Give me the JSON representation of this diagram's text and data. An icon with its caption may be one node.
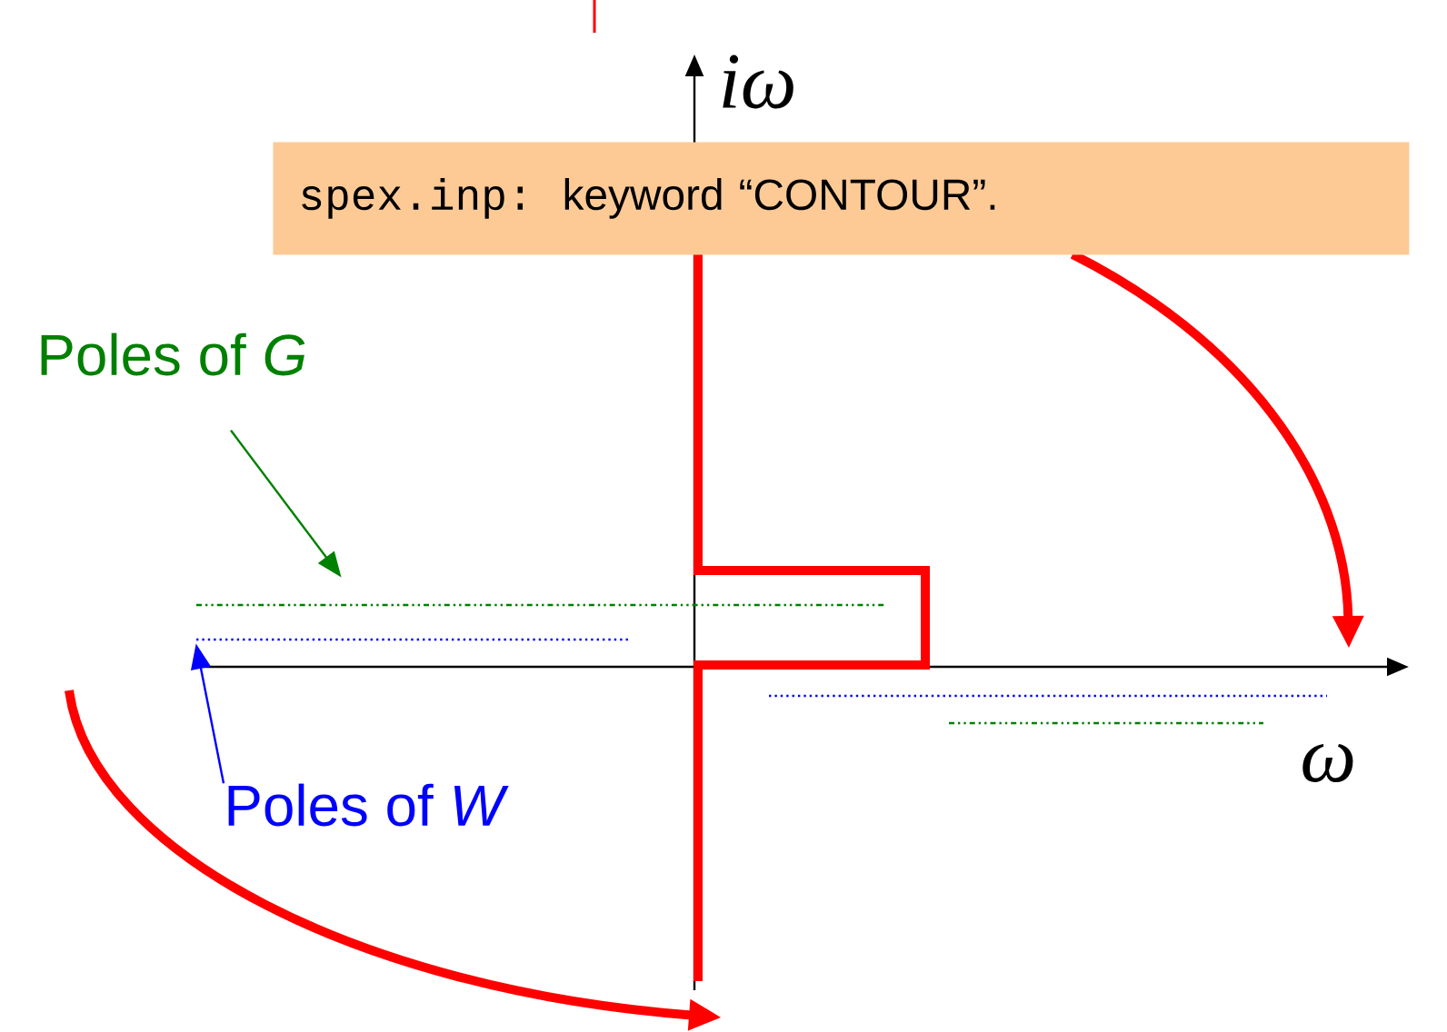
{
  "diagram": {
    "nodes": [
      {
        "text": [
          "Poles of *G*"
        ]
      },
      {
        "text": [],
        "shape": "line"
      },
      {
        "text": [
          "Poles of *W*"
        ]
      },
      {
        "text": [],
        "shape": "line"
      },
      {
        "text": [
          "spex.inp:",
          "keyword “CONTOUR”."
        ]
      }
    ],
    "edges": [
      {
        "from": 0,
        "to": 1,
        "arrow": "to",
        "color": "#008000"
      },
      {
        "from": 2,
        "to": 3,
        "arrow": "to",
        "color": "#0000ff"
      }
    ],
    "labels": [
      "iω",
      "ω"
    ]
  }
}
